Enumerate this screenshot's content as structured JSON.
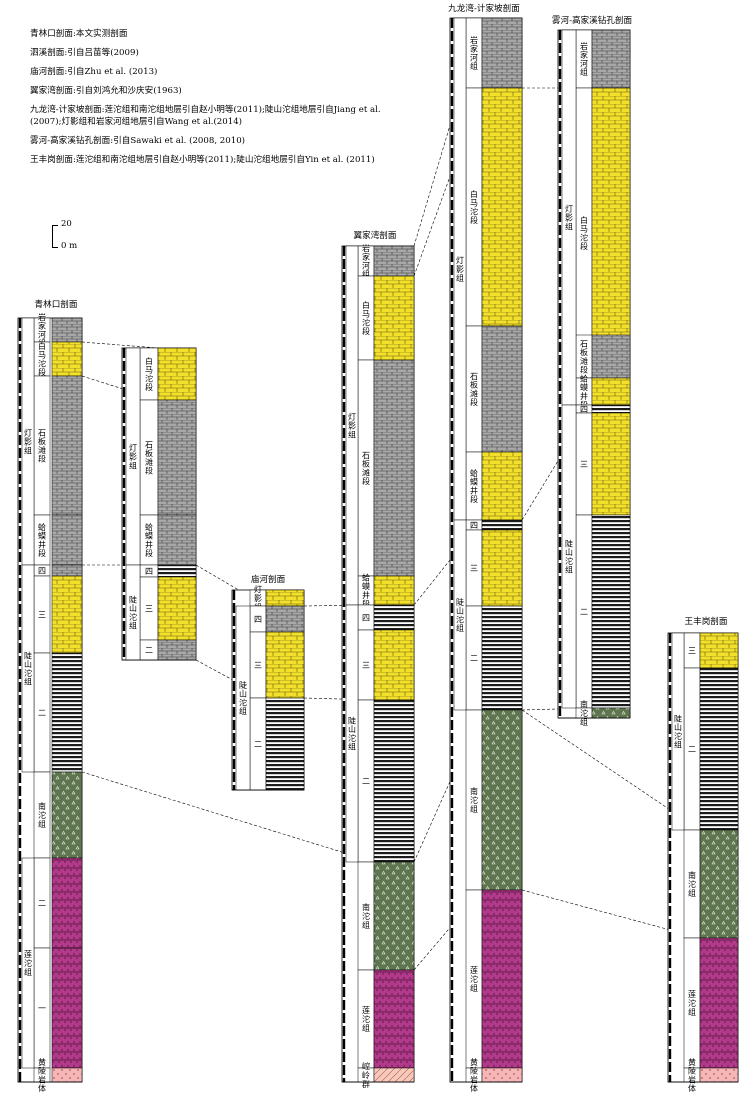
{
  "legend": [
    "青林口剖面:本文实测剖面",
    "泗溪剖面:引自吕苗等(2009)",
    "庙河剖面:引自Zhu et al. (2013)",
    "翼家湾剖面:引自刘鸿允和沙庆安(1963)",
    "九龙湾-计家坡剖面:莲沱组和南沱组地层引自赵小明等(2011);陡山沱组地层引自Jiang et al. (2007);灯影组和岩家河组地层引自Wang et al.(2014)",
    "雾河-高家溪钻孔剖面:引自Sawaki et al. (2008, 2010)",
    "王丰岗剖面:莲沱组和南沱组地层引自赵小明等(2011);陡山沱组地层引自Yin et al. (2011)"
  ],
  "scale": {
    "top": "20",
    "bottom": "0 m"
  },
  "colors": {
    "dolomite": "#f2e02a",
    "gray": "#a6a6a6",
    "diamictite": "#5e7550",
    "lianto": "#b13a8a",
    "basement": "#f4b6b6"
  },
  "sections": [
    {
      "title": "青林口剖面",
      "units": [
        {
          "label": "岩家河组"
        },
        {
          "label": "白马沱段"
        },
        {
          "label": "石板滩段"
        },
        {
          "label": "蛤蟆井段"
        },
        {
          "label": "灯影组"
        },
        {
          "label": "四"
        },
        {
          "label": "三"
        },
        {
          "label": "二"
        },
        {
          "label": "陡山沱组"
        },
        {
          "label": "南沱组"
        },
        {
          "label": "二"
        },
        {
          "label": "一"
        },
        {
          "label": "莲沱组"
        },
        {
          "label": "黄陵岩体"
        }
      ]
    },
    {
      "title": "泗溪剖面",
      "units": [
        {
          "label": "白马沱段"
        },
        {
          "label": "石板滩段"
        },
        {
          "label": "蛤蟆井段"
        },
        {
          "label": "灯影组"
        },
        {
          "label": "四"
        },
        {
          "label": "三"
        },
        {
          "label": "二"
        },
        {
          "label": "陡山沱组"
        }
      ]
    },
    {
      "title": "庙河剖面",
      "units": [
        {
          "label": "灯影组"
        },
        {
          "label": "四"
        },
        {
          "label": "三"
        },
        {
          "label": "二"
        },
        {
          "label": "陡山沱组"
        }
      ]
    },
    {
      "title": "翼家湾剖面",
      "units": [
        {
          "label": "岩家河组"
        },
        {
          "label": "白马沱段"
        },
        {
          "label": "石板滩段"
        },
        {
          "label": "蛤蟆井段"
        },
        {
          "label": "灯影组"
        },
        {
          "label": "四"
        },
        {
          "label": "三"
        },
        {
          "label": "二"
        },
        {
          "label": "陡山沱组"
        },
        {
          "label": "南沱组"
        },
        {
          "label": "莲沱组"
        },
        {
          "label": "崆岭群"
        }
      ]
    },
    {
      "title": "九龙湾-计家坡剖面",
      "units": [
        {
          "label": "岩家河组"
        },
        {
          "label": "白马沱段"
        },
        {
          "label": "石板滩段"
        },
        {
          "label": "蛤蟆井段"
        },
        {
          "label": "灯影组"
        },
        {
          "label": "四"
        },
        {
          "label": "三"
        },
        {
          "label": "二"
        },
        {
          "label": "陡山沱组"
        },
        {
          "label": "南沱组"
        },
        {
          "label": "莲沱组"
        },
        {
          "label": "黄陵岩体"
        }
      ]
    },
    {
      "title": "雾河-高家溪钻孔剖面",
      "units": [
        {
          "label": "岩家河组"
        },
        {
          "label": "白马沱段"
        },
        {
          "label": "石板滩段"
        },
        {
          "label": "蛤蟆井段"
        },
        {
          "label": "灯影组"
        },
        {
          "label": "四"
        },
        {
          "label": "三"
        },
        {
          "label": "二"
        },
        {
          "label": "陡山沱组"
        },
        {
          "label": "南沱组"
        }
      ]
    },
    {
      "title": "王丰岗剖面",
      "units": [
        {
          "label": "三"
        },
        {
          "label": "二"
        },
        {
          "label": "陡山沱组"
        },
        {
          "label": "南沱组"
        },
        {
          "label": "莲沱组"
        },
        {
          "label": "黄陵岩体"
        }
      ]
    }
  ]
}
